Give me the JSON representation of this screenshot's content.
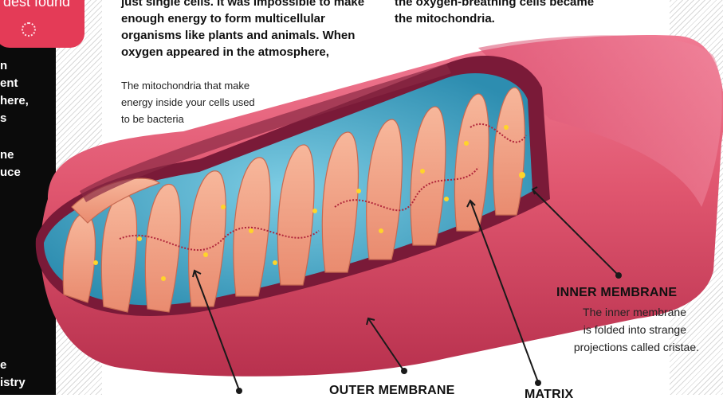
{
  "left": {
    "found_label": "dest found",
    "lines": [
      "n",
      "ent",
      "here,",
      "s",
      "",
      "ne",
      "uce"
    ],
    "bottom_lines": [
      "e",
      "istry"
    ]
  },
  "header": {
    "col1_lines": [
      "just single cells. It was impossible to make",
      "enough energy to form multicellular",
      "organisms like plants and animals. When",
      "oxygen appeared in the atmosphere,"
    ],
    "col2_lines": [
      "the oxygen-breathing cells became",
      "the mitochondria."
    ],
    "caption": [
      "The mitochondria that make",
      "energy inside your cells used",
      "to be bacteria"
    ]
  },
  "labels": {
    "inner_title": "INNER MEMBRANE",
    "inner_desc": [
      "The inner membrane",
      "is folded into strange",
      "projections called cristae."
    ],
    "outer_title": "OUTER MEMBRANE",
    "matrix_title": "MATRIX"
  },
  "colors": {
    "outer": "#d8486a",
    "inner_fold": "#f2a287",
    "matrix": "#5ab8d6",
    "accent": "#e43b57"
  }
}
